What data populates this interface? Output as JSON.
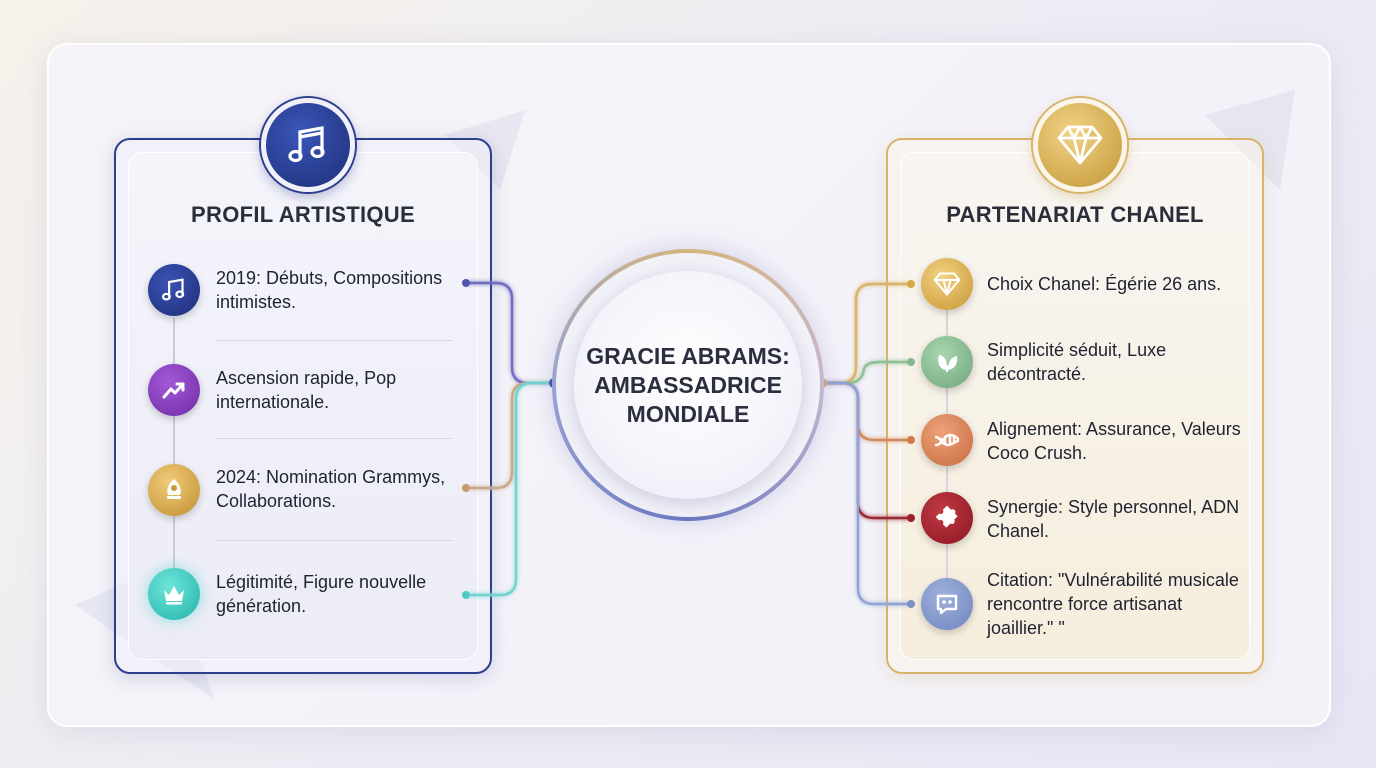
{
  "center": {
    "title": "GRACIE ABRAMS: AMBASSADRICE MONDIALE"
  },
  "left_panel": {
    "title": "PROFIL ARTISTIQUE",
    "header_icon": "music-note-icon",
    "items": [
      {
        "icon": "music-note-icon",
        "color": "#27388a",
        "text": "2019: Débuts, Compositions intimistes."
      },
      {
        "icon": "trending-up-icon",
        "color": "#8a3fc0",
        "text": "Ascension rapide, Pop internationale."
      },
      {
        "icon": "gramophone-icon",
        "color": "#d1a24a",
        "text": "2024: Nomination Grammys, Collaborations."
      },
      {
        "icon": "crown-icon",
        "color": "#35c9bf",
        "text": "Légitimité, Figure nouvelle génération."
      }
    ]
  },
  "right_panel": {
    "title": "PARTENARIAT CHANEL",
    "header_icon": "diamond-icon",
    "items": [
      {
        "icon": "diamond-icon",
        "color": "#d4a94a",
        "text": "Choix Chanel: Égérie 26 ans."
      },
      {
        "icon": "leaf-icon",
        "color": "#84b88e",
        "text": "Simplicité séduit, Luxe décontracté."
      },
      {
        "icon": "dna-icon",
        "color": "#d07a4a",
        "text": "Alignement: Assurance, Valeurs Coco Crush."
      },
      {
        "icon": "puzzle-icon",
        "color": "#9a1f2a",
        "text": "Synergie: Style personnel, ADN Chanel."
      },
      {
        "icon": "quote-bubble-icon",
        "color": "#7a8fc4",
        "text": "Citation: \"Vulnérabilité musicale rencontre force artisanat joaillier.\" \""
      }
    ]
  }
}
